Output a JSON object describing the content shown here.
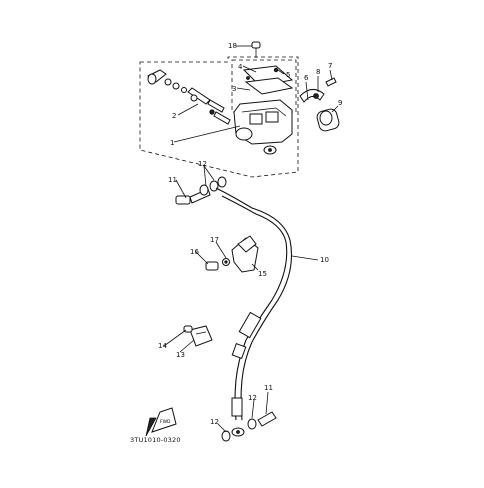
{
  "diagram": {
    "code": "3TU1010-0320",
    "fwd_label": "FWD",
    "callouts": {
      "c1": "1",
      "c2": "2",
      "c3": "3",
      "c4": "4",
      "c5": "5",
      "c6": "6",
      "c7": "7",
      "c8": "8",
      "c9": "9",
      "c10": "10",
      "c11a": "11",
      "c11b": "11",
      "c12a": "12",
      "c12b": "12",
      "c12c": "12",
      "c13": "13",
      "c14": "14",
      "c15": "15",
      "c16": "16",
      "c17": "17",
      "c18": "18"
    }
  }
}
